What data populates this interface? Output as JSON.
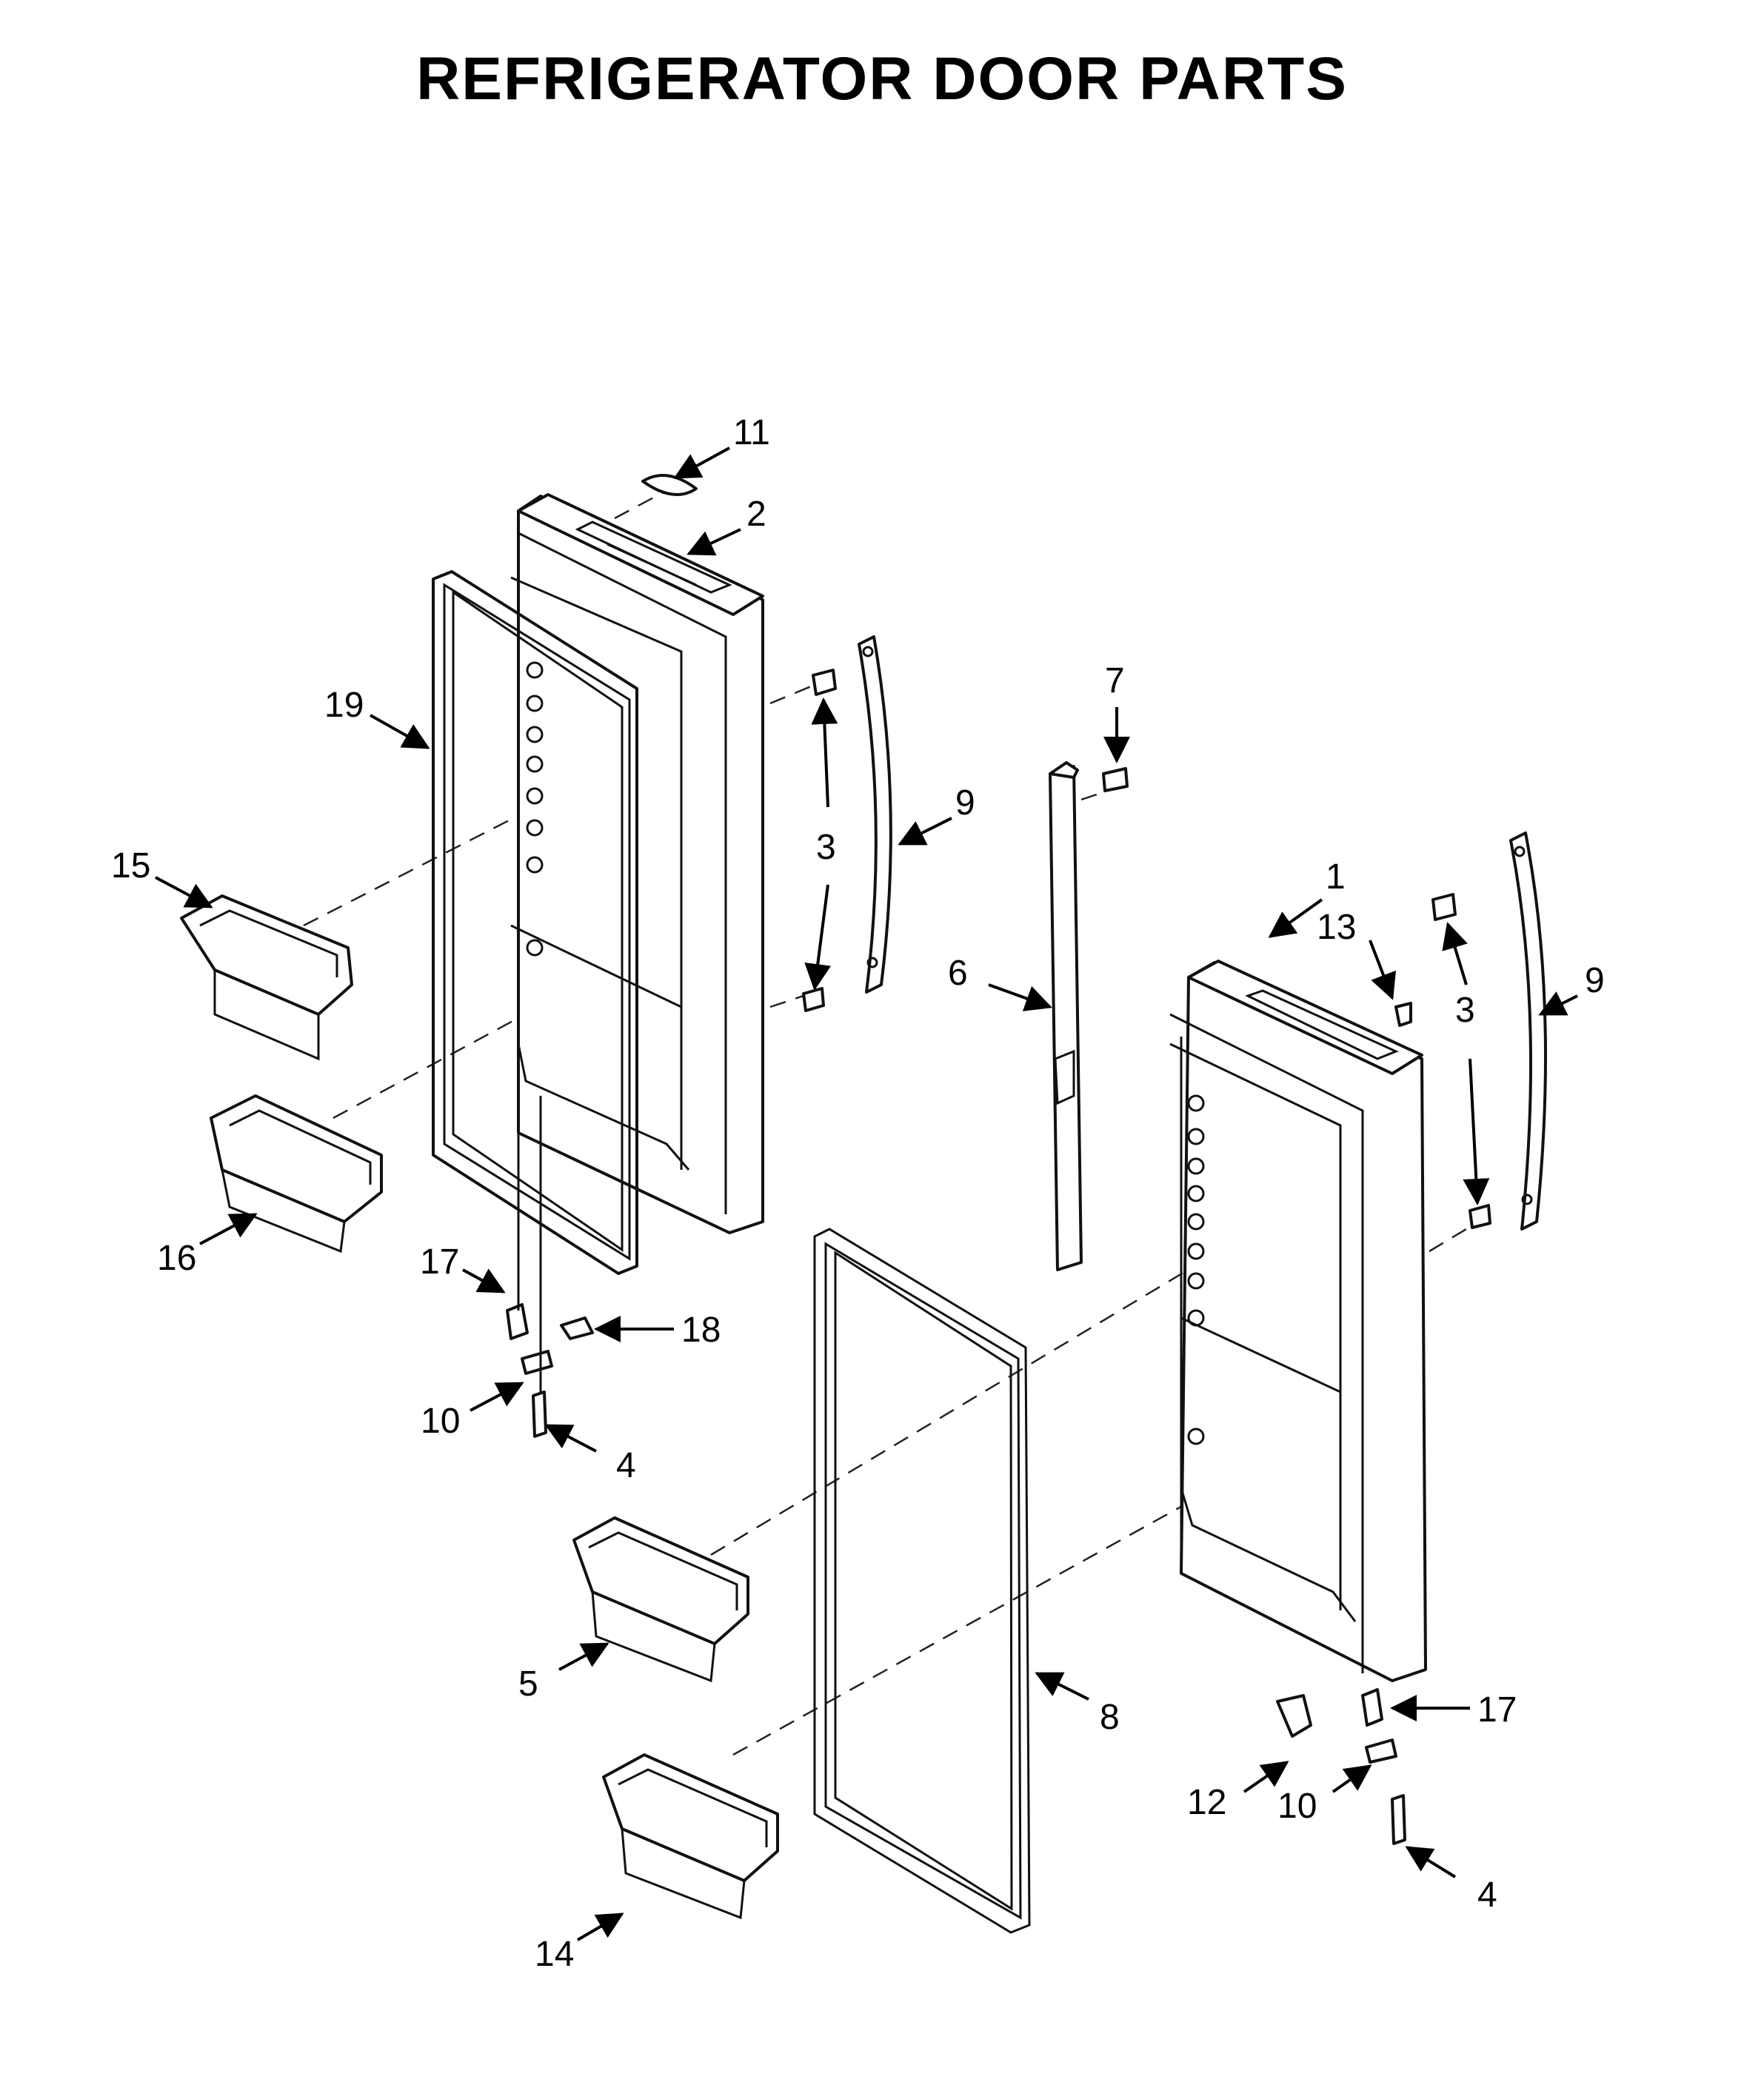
{
  "title": "REFRIGERATOR DOOR PARTS",
  "callouts": [
    "1",
    "2",
    "3",
    "3",
    "4",
    "4",
    "5",
    "6",
    "7",
    "8",
    "9",
    "9",
    "10",
    "10",
    "11",
    "12",
    "13",
    "14",
    "15",
    "16",
    "17",
    "17",
    "18",
    "19"
  ]
}
